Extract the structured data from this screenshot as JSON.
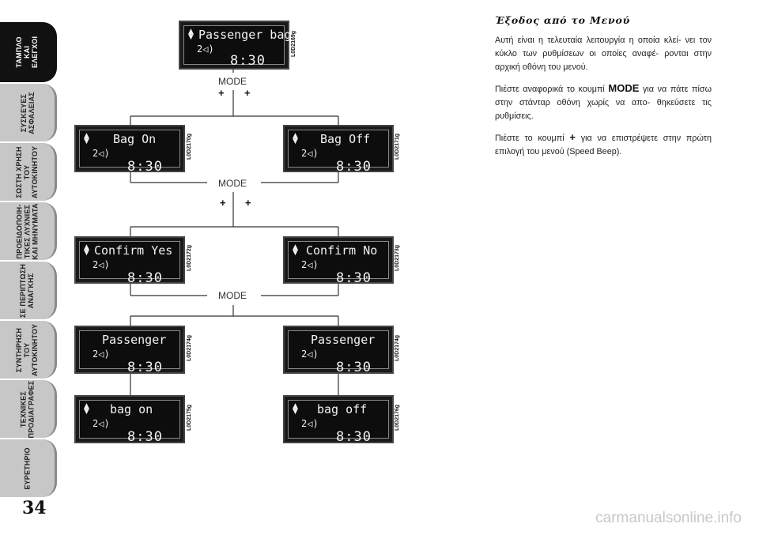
{
  "sidebar": {
    "tabs": [
      {
        "label": "ΤΑΜΠΛΟ\nΚΑΙ\nΕΛΕΓΧΟΙ",
        "active": true
      },
      {
        "label": "ΣΥΣΚΕΥΕΣ\nΑΣΦΑΛΕΙΑΣ",
        "active": false
      },
      {
        "label": "ΣΩΣΤΗ ΧΡΗΣΗ\nΤΟΥ\nΑΥΤΟΚΙΝΗΤΟΥ",
        "active": false
      },
      {
        "label": "ΠΡΟΕΙΔΟΠΟΙΗ-\nΤΙΚΕΣ ΛΥΧΝΙΕΣ\nΚΑΙ ΜΗΝΥΜΑΤΑ",
        "active": false
      },
      {
        "label": "ΣΕ ΠΕΡΙΠΤΩΣΗ\nΑΝΑΓΚΗΣ",
        "active": false
      },
      {
        "label": "ΣΥΝΤΗΡΗΣΗ\nΤΟΥ\nΑΥΤΟΚΙΝΗΤΟΥ",
        "active": false
      },
      {
        "label": "ΤΕΧΝΙΚΕΣ\nΠΡΟΔΙΑΓΡΑΦΕΣ",
        "active": false
      },
      {
        "label": "ΕΥΡΕΤΗΡΙΟ",
        "active": false
      }
    ]
  },
  "page_number": "34",
  "diagram": {
    "mode_label": "MODE",
    "plus_label": "+",
    "screens": [
      {
        "title": "Passenger bag",
        "volume": "2",
        "time": "8:30",
        "code": "L0D2169g"
      },
      {
        "title": "Bag On",
        "volume": "2",
        "time": "8:30",
        "code": "L0D2170g"
      },
      {
        "title": "Bag Off",
        "volume": "2",
        "time": "8:30",
        "code": "L0D2171g"
      },
      {
        "title": "Confirm Yes",
        "volume": "2",
        "time": "8:30",
        "code": "L0D2172g"
      },
      {
        "title": "Confirm No",
        "volume": "2",
        "time": "8:30",
        "code": "L0D2173g"
      },
      {
        "title": "Passenger",
        "volume": "2",
        "time": "8:30",
        "code": "L0D2174g"
      },
      {
        "title": "Passenger",
        "volume": "2",
        "time": "8:30",
        "code": "L0D2174g"
      },
      {
        "title": "bag on",
        "volume": "2",
        "time": "8:30",
        "code": "L0D2175g"
      },
      {
        "title": "bag off",
        "volume": "2",
        "time": "8:30",
        "code": "L0D2176g"
      }
    ]
  },
  "content": {
    "heading": "Έξοδος από το Μενού",
    "para1": "Αυτή είναι η τελευταία λειτουργία η οποία κλεί- νει τον κύκλο των ρυθμίσεων οι οποίες αναφέ- ρονται στην αρχική οθόνη του μενού.",
    "para2_pre": "Πιέστε αναφορικά το κουμπί",
    "para2_key": "MODE",
    "para2_post": "για να πάτε πίσω στην στάνταρ οθόνη χωρίς να απο- θηκεύσετε τις ρυθμίσεις.",
    "para3_pre": "Πιέστε το κουμπί",
    "para3_key": "+",
    "para3_post": "για να επιστρέψετε στην πρώτη επιλογή του μενού (Speed Beep)."
  },
  "watermark": "carmanualsonline.info"
}
